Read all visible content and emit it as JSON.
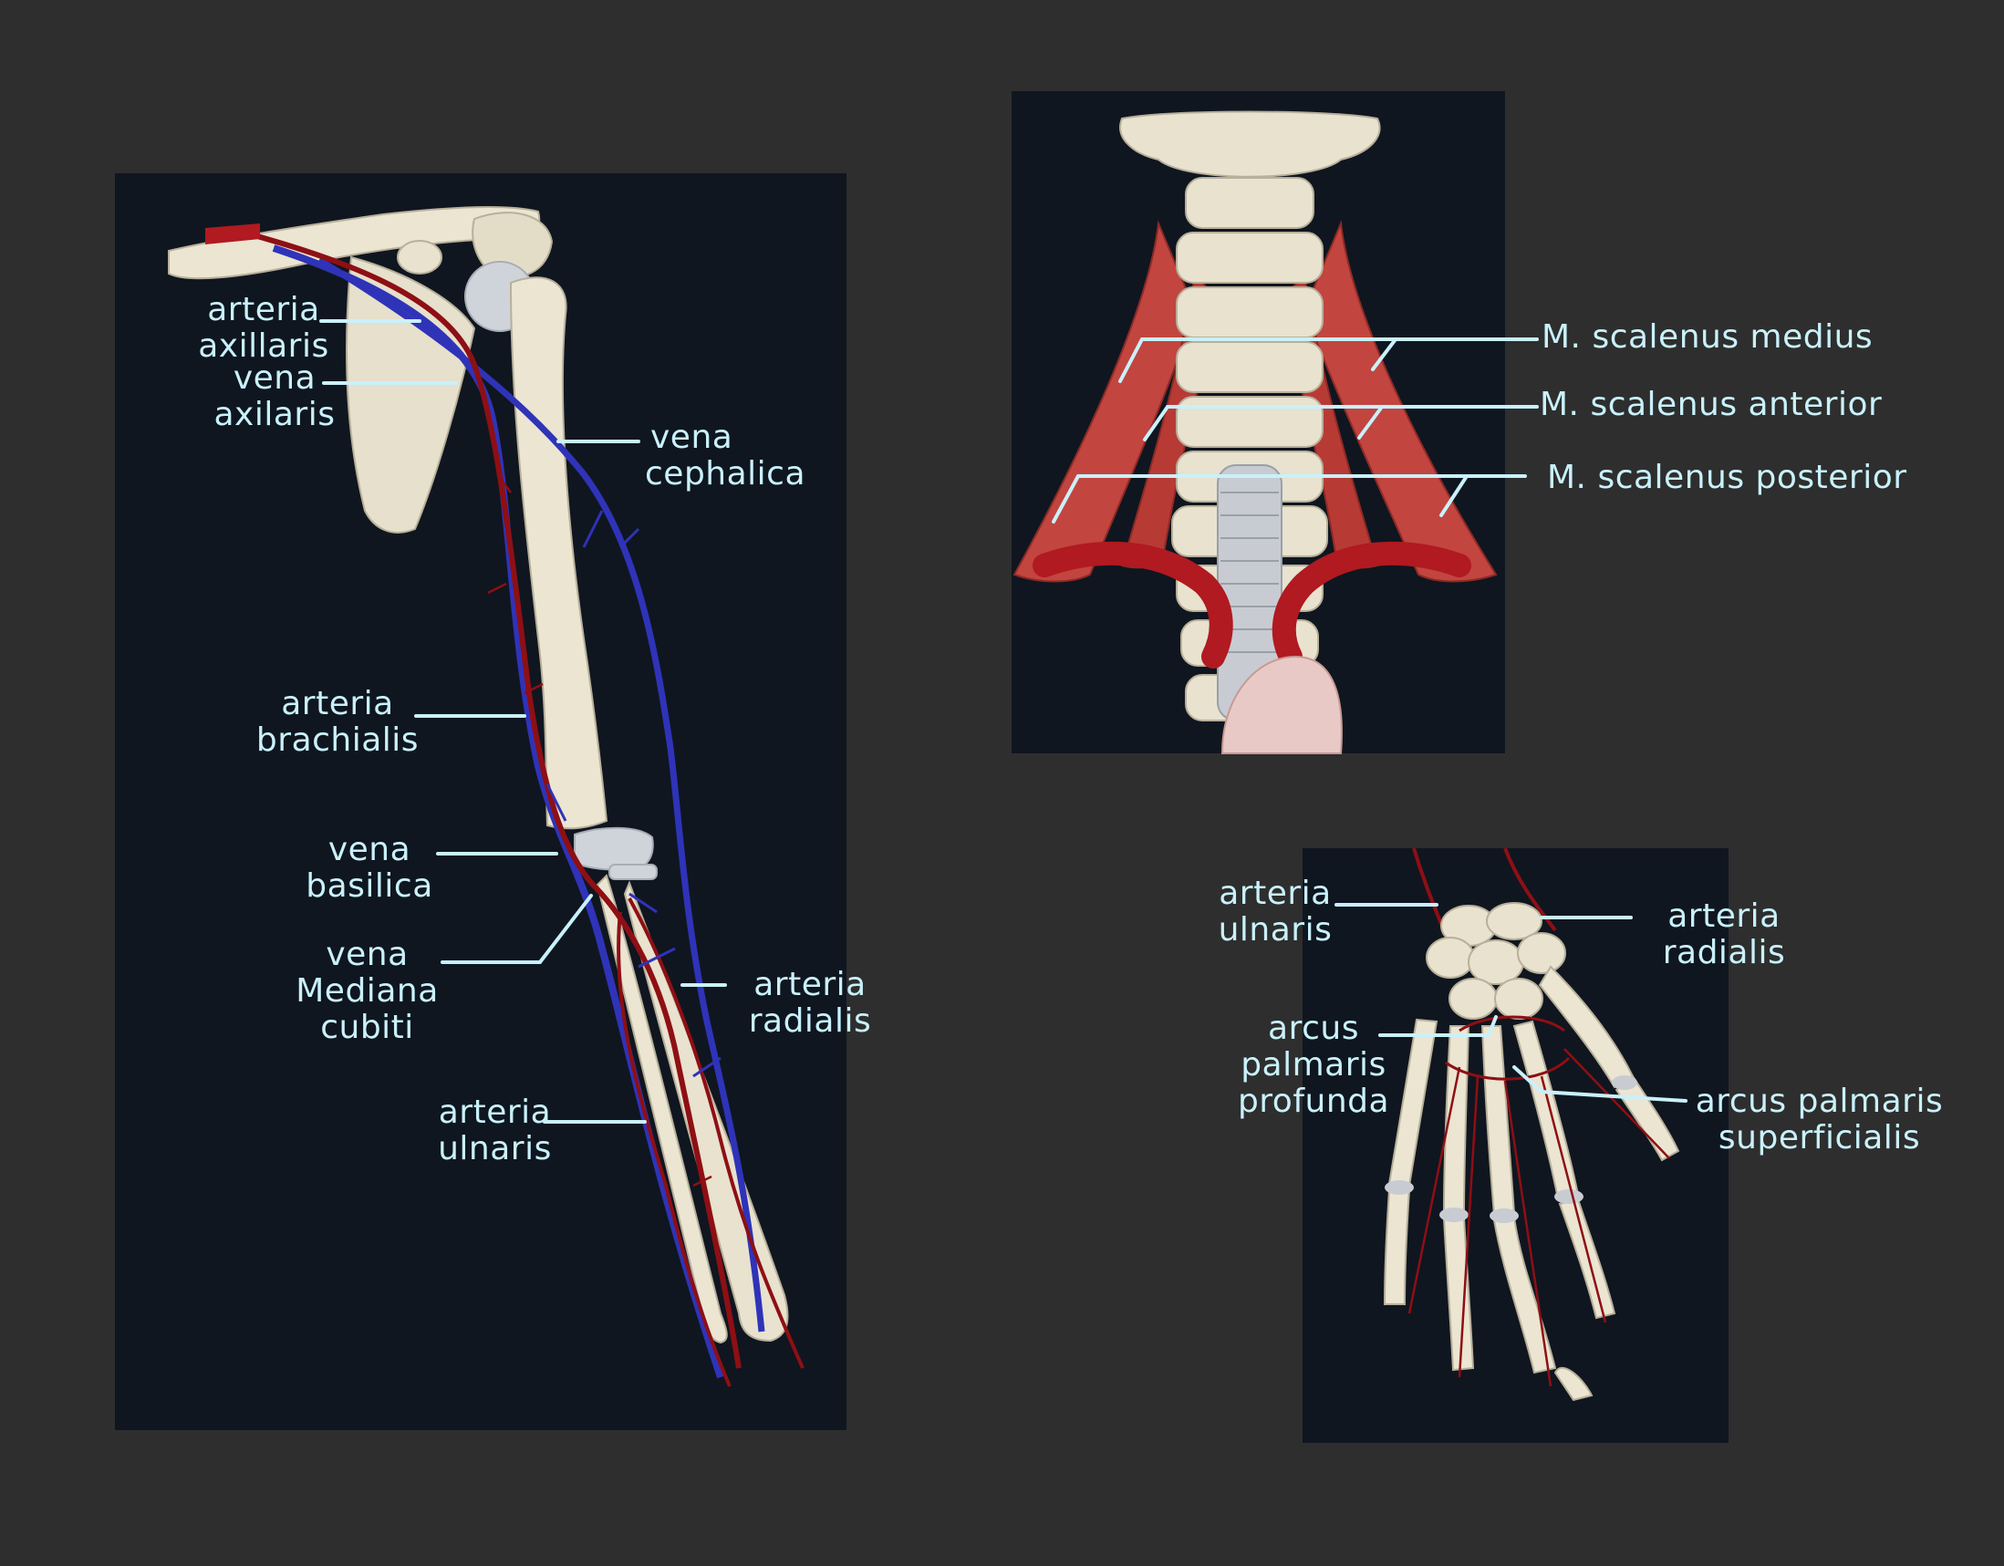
{
  "colors": {
    "background": "#2e2e2e",
    "panel": "#0f1620",
    "label": "#c9f1fb",
    "leader": "#c9f1fb",
    "artery": "#8e0f14",
    "vein": "#2f33b8",
    "bone": "#e8e2cf",
    "muscle": "#c2453f",
    "cartilage": "#c8ccd2"
  },
  "arm": {
    "arteria_axillaris": [
      "arteria",
      "axillaris"
    ],
    "vena_axillaris": [
      "vena",
      "axilaris"
    ],
    "vena_cephalica": [
      "vena",
      "cephalica"
    ],
    "arteria_brachialis": [
      "arteria",
      "brachialis"
    ],
    "vena_basilica": [
      "vena",
      "basilica"
    ],
    "vena_mediana_cubiti": [
      "vena",
      "Mediana",
      "cubiti"
    ],
    "arteria_radialis": [
      "arteria",
      "radialis"
    ],
    "arteria_ulnaris": [
      "arteria",
      "ulnaris"
    ]
  },
  "neck": {
    "scalenus_medius": "M. scalenus medius",
    "scalenus_anterior": "M. scalenus anterior",
    "scalenus_posterior": "M. scalenus posterior"
  },
  "hand": {
    "arteria_ulnaris": [
      "arteria",
      "ulnaris"
    ],
    "arteria_radialis": [
      "arteria",
      "radialis"
    ],
    "arcus_palmaris_profunda": [
      "arcus",
      "palmaris",
      "profunda"
    ],
    "arcus_palmaris_superficialis": [
      "arcus palmaris",
      "superficialis"
    ]
  }
}
